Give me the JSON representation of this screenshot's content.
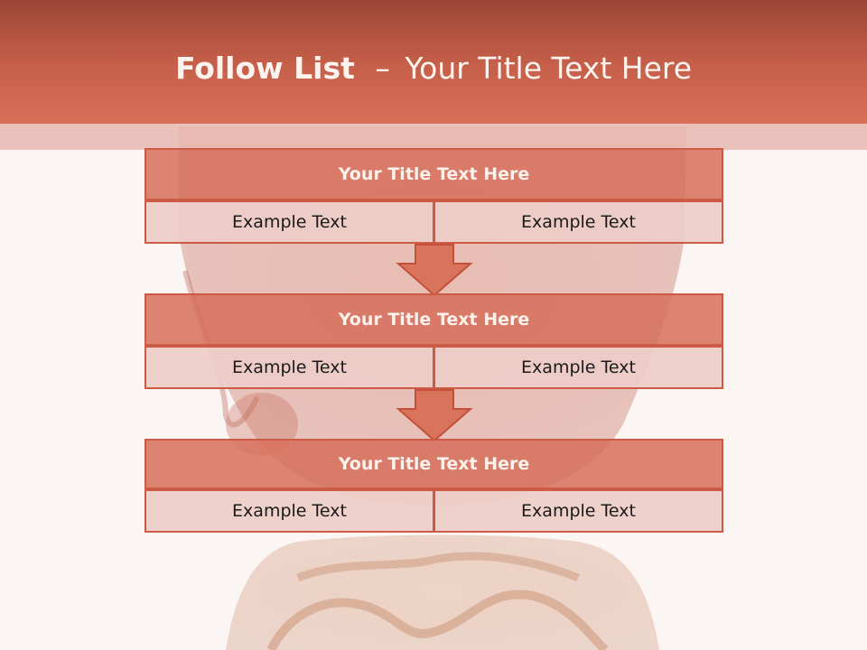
{
  "slide": {
    "title_bold": "Follow List",
    "title_sep": "–",
    "title_rest": "Your Title Text Here"
  },
  "blocks": [
    {
      "title": "Your Title Text Here",
      "left": "Example Text",
      "right": "Example Text"
    },
    {
      "title": "Your Title Text Here",
      "left": "Example Text",
      "right": "Example Text"
    },
    {
      "title": "Your Title Text Here",
      "left": "Example Text",
      "right": "Example Text"
    }
  ],
  "colors": {
    "header": "#c7604a",
    "block_title": "#d67b66",
    "block_cell": "#eecdc8",
    "border": "#cc5a45"
  }
}
